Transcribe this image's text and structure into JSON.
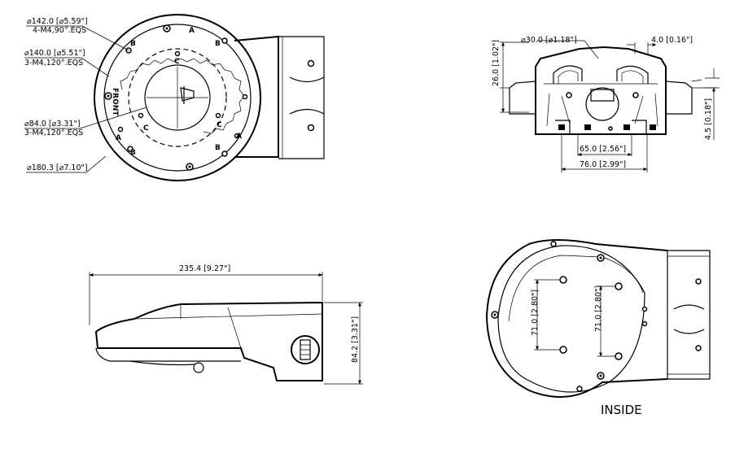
{
  "top_view": {
    "dim_142": "⌀142.0 [⌀5.59\"]",
    "holes_142": "4-M4,90°.EQS",
    "dim_140": "⌀140.0 [⌀5.51\"]",
    "holes_140": "3-M4,120°.EQS",
    "dim_84": "⌀84.0 [⌀3.31\"]",
    "holes_84": "3-M4,120°.EQS",
    "dim_180": "⌀180.3 [⌀7.10\"]",
    "label_front": "FRONT",
    "label_a": "A",
    "label_b": "B",
    "label_c": "C"
  },
  "end_view": {
    "dim_30": "⌀30.0 [⌀1.18\"]",
    "dim_4": "4.0 [0.16\"]",
    "dim_26": "26.0 [1.02\"]",
    "dim_4_5": "4.5 [0.18\"]",
    "dim_65": "65.0 [2.56\"]",
    "dim_76": "76.0 [2.99\"]"
  },
  "side_view": {
    "dim_235": "235.4 [9.27\"]",
    "dim_84_2": "84.2 [3.31\"]"
  },
  "inside_view": {
    "dim_71_a": "71.0 [2.80\"]",
    "dim_71_b": "71.0 [2.80\"]",
    "caption": "INSIDE"
  }
}
